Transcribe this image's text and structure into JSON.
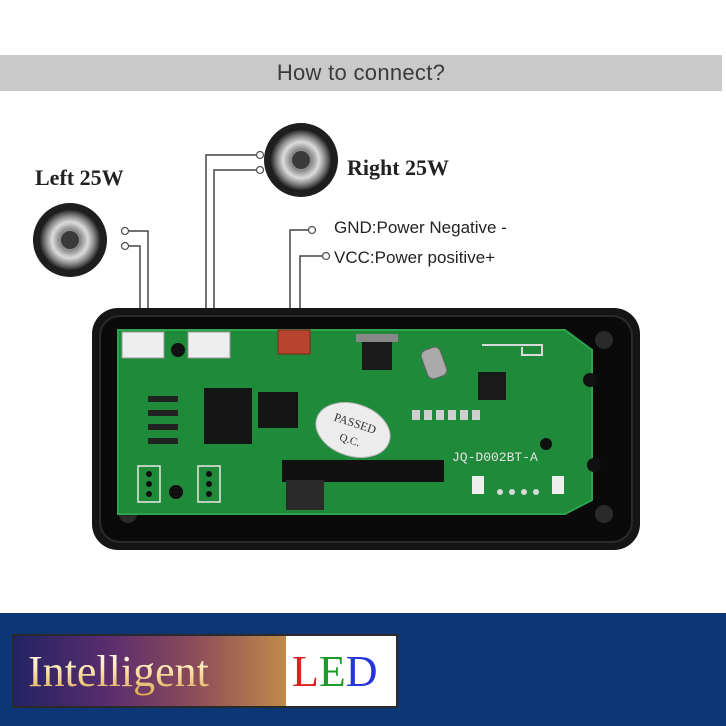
{
  "header": {
    "title": "How to connect?"
  },
  "labels": {
    "left_speaker": "Left 25W",
    "right_speaker": "Right 25W",
    "gnd": "GND:Power Negative -",
    "vcc": "VCC:Power positive+"
  },
  "board": {
    "model": "JQ-D002BT-A",
    "sticker": "PASSED",
    "sticker_sub": "Q.C."
  },
  "footer": {
    "brand_word1": "Intelligent",
    "brand_word2_l": "L",
    "brand_word2_e": "E",
    "brand_word2_d": "D"
  },
  "colors": {
    "banner_bg": "#c9c9c9",
    "pcb_green": "#1f8a3a",
    "footer_bg": "#0c3676"
  }
}
